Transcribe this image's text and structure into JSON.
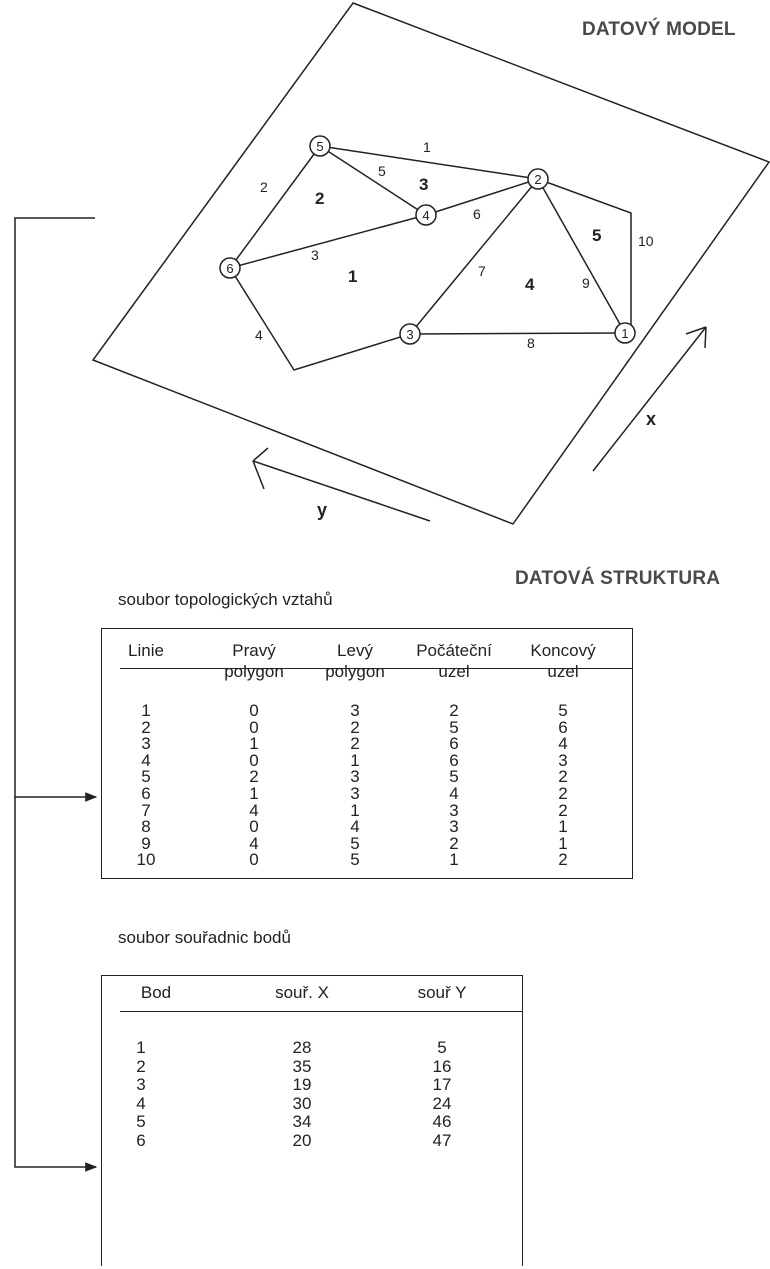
{
  "headings": {
    "model": "DATOVÝ MODEL",
    "structure": "DATOVÁ STRUKTURA"
  },
  "diagram": {
    "nodes": [
      "1",
      "2",
      "3",
      "4",
      "5",
      "6"
    ],
    "edges": [
      "1",
      "2",
      "3",
      "4",
      "5",
      "6",
      "7",
      "8",
      "9",
      "10"
    ],
    "polygons": [
      "1",
      "2",
      "3",
      "4",
      "5"
    ],
    "axis_x": "x",
    "axis_y": "y"
  },
  "topology": {
    "caption": "soubor topologických vztahů",
    "headers": [
      [
        "Linie",
        ""
      ],
      [
        "Pravý",
        "polygon"
      ],
      [
        "Levý",
        "polygon"
      ],
      [
        "Počáteční",
        "uzel"
      ],
      [
        "Koncový",
        "uzel"
      ]
    ],
    "rows": [
      [
        "1",
        "0",
        "3",
        "2",
        "5"
      ],
      [
        "2",
        "0",
        "2",
        "5",
        "6"
      ],
      [
        "3",
        "1",
        "2",
        "6",
        "4"
      ],
      [
        "4",
        "0",
        "1",
        "6",
        "3"
      ],
      [
        "5",
        "2",
        "3",
        "5",
        "2"
      ],
      [
        "6",
        "1",
        "3",
        "4",
        "2"
      ],
      [
        "7",
        "4",
        "1",
        "3",
        "2"
      ],
      [
        "8",
        "0",
        "4",
        "3",
        "1"
      ],
      [
        "9",
        "4",
        "5",
        "2",
        "1"
      ],
      [
        "10",
        "0",
        "5",
        "1",
        "2"
      ]
    ]
  },
  "coordinates": {
    "caption": "soubor souřadnic bodů",
    "headers": [
      "Bod",
      "souř. X",
      "souř Y"
    ],
    "rows": [
      [
        "1",
        "28",
        "5"
      ],
      [
        "2",
        "35",
        "16"
      ],
      [
        "3",
        "19",
        "17"
      ],
      [
        "4",
        "30",
        "24"
      ],
      [
        "5",
        "34",
        "46"
      ],
      [
        "6",
        "20",
        "47"
      ]
    ]
  }
}
